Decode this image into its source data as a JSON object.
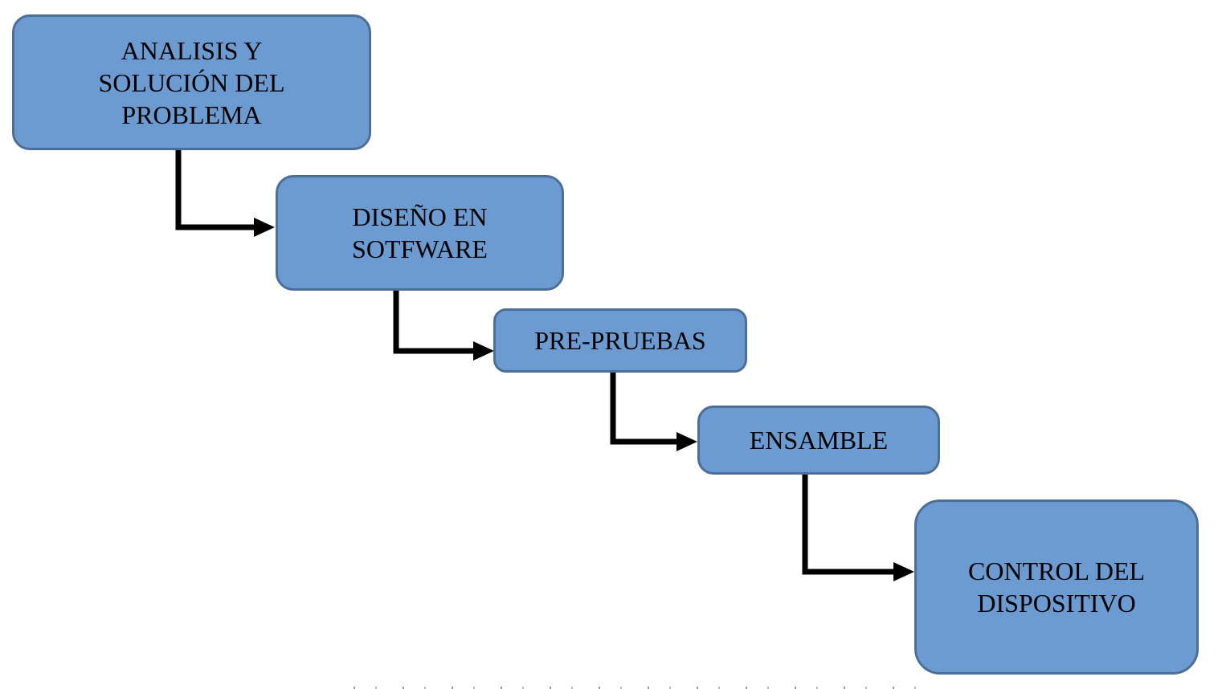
{
  "diagram": {
    "type": "flowchart",
    "background_color": "#ffffff",
    "node_fill_color": "#6C9BD2",
    "node_border_color": "#4D6E96",
    "arrow_color": "#000000",
    "text_color": "#000000",
    "nodes": [
      {
        "id": "analisis-solucion-problema",
        "label": "ANALISIS Y\nSOLUCIÓN DEL\nPROBLEMA"
      },
      {
        "id": "diseno-en-sotfware",
        "label": "DISEÑO EN\nSOTFWARE"
      },
      {
        "id": "pre-pruebas",
        "label": "PRE-PRUEBAS"
      },
      {
        "id": "ensamble",
        "label": "ENSAMBLE"
      },
      {
        "id": "control-del-dispositivo",
        "label": "CONTROL DEL\nDISPOSITIVO"
      }
    ],
    "connections": [
      {
        "from": "analisis-solucion-problema",
        "to": "diseno-en-sotfware"
      },
      {
        "from": "diseno-en-sotfware",
        "to": "pre-pruebas"
      },
      {
        "from": "pre-pruebas",
        "to": "ensamble"
      },
      {
        "from": "ensamble",
        "to": "control-del-dispositivo"
      }
    ]
  }
}
